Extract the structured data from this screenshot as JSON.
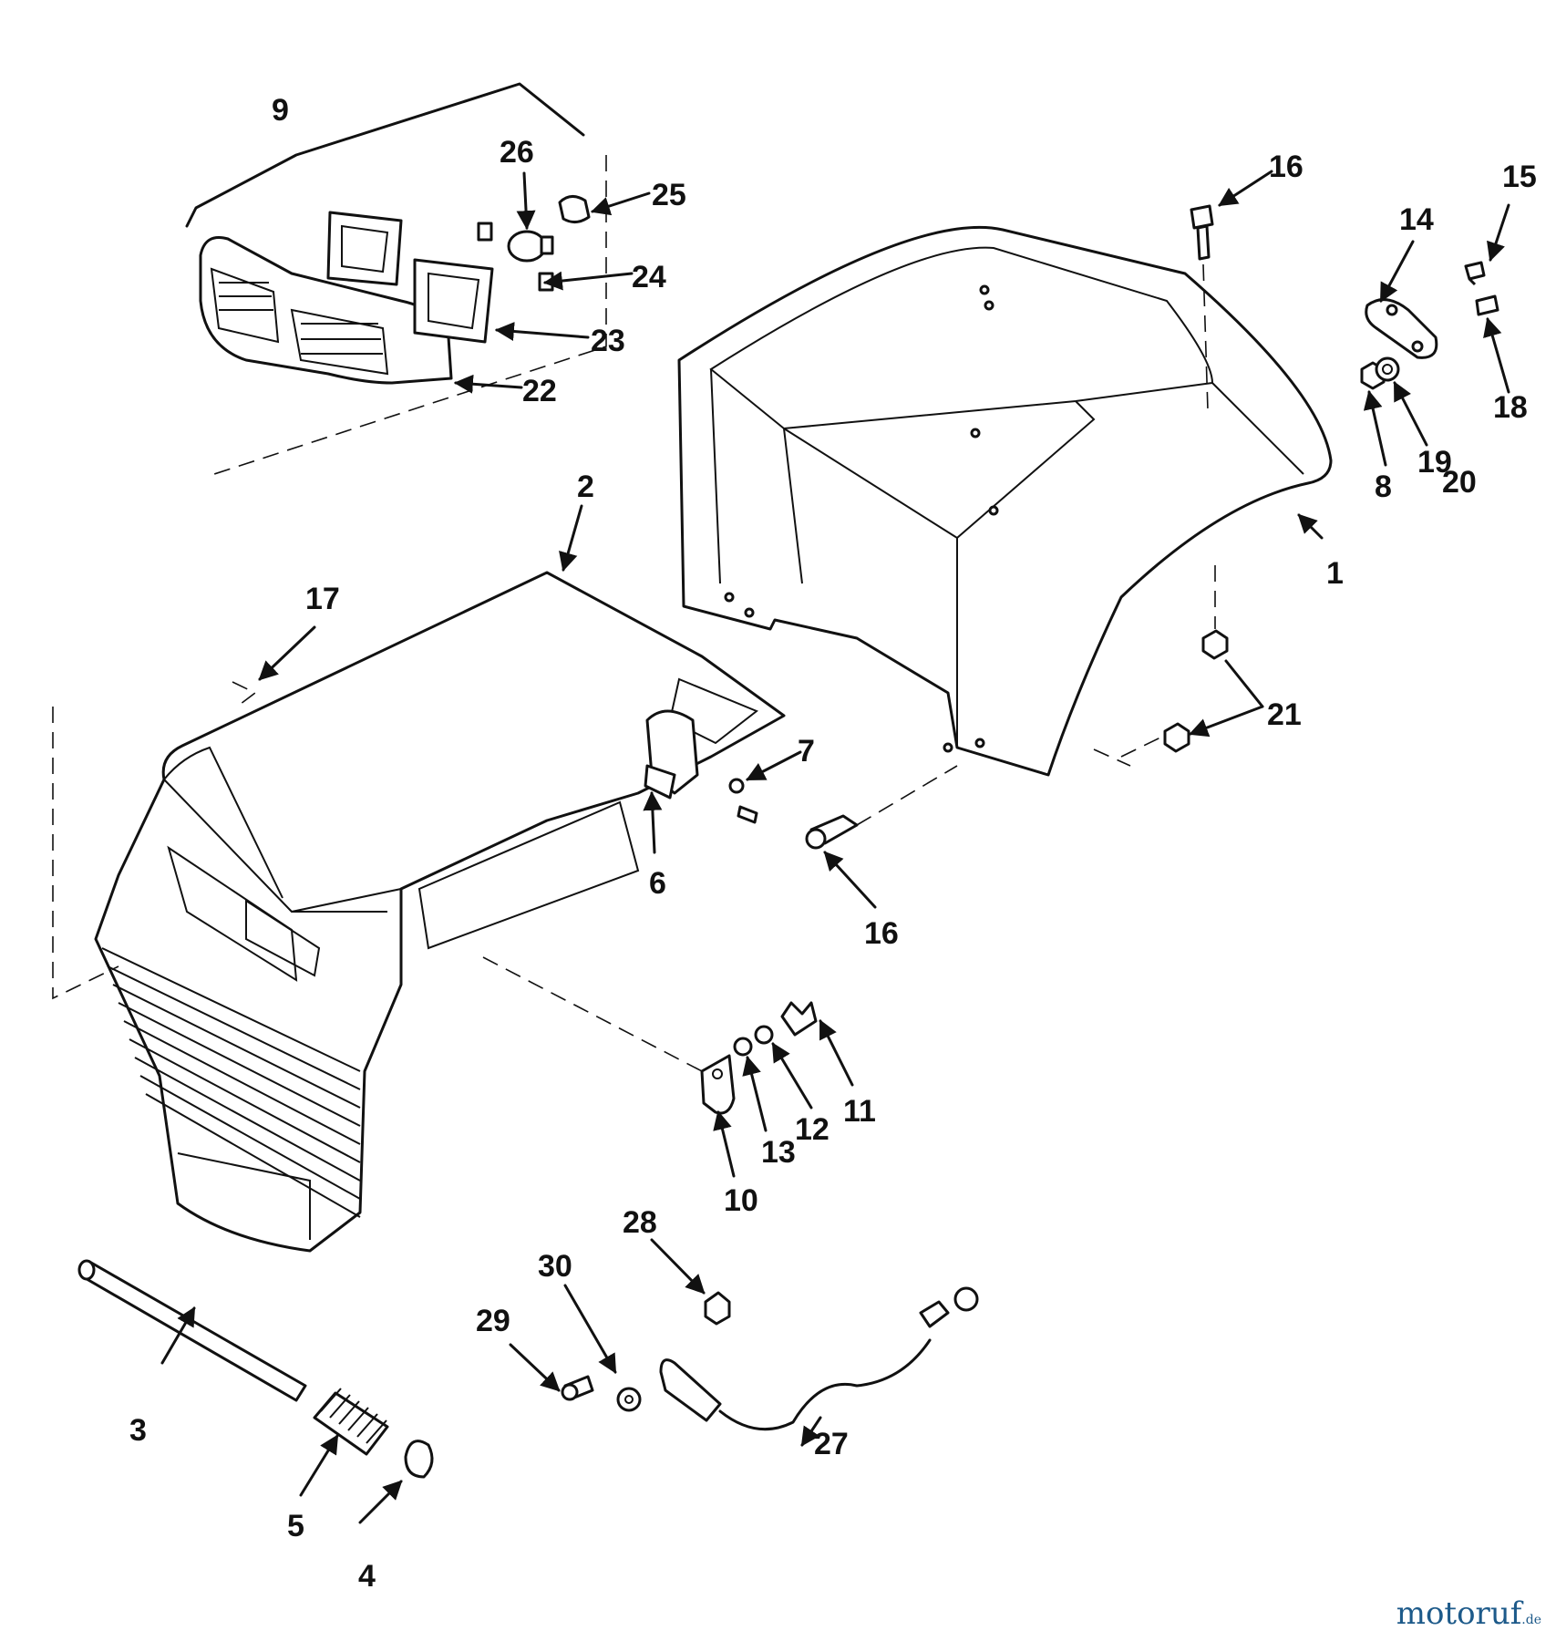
{
  "labels": {
    "l1": "1",
    "l2": "2",
    "l3": "3",
    "l4": "4",
    "l5": "5",
    "l6": "6",
    "l7": "7",
    "l8": "8",
    "l9": "9",
    "l10": "10",
    "l11": "11",
    "l12": "12",
    "l13": "13",
    "l14": "14",
    "l15": "15",
    "l16a": "16",
    "l16b": "16",
    "l17": "17",
    "l18": "18",
    "l19": "19",
    "l20": "20",
    "l21": "21",
    "l22": "22",
    "l23": "23",
    "l24": "24",
    "l25": "25",
    "l26": "26",
    "l27": "27",
    "l28": "28",
    "l29": "29",
    "l30": "30"
  },
  "watermark": {
    "name": "motoruf",
    "tld": ".de"
  }
}
